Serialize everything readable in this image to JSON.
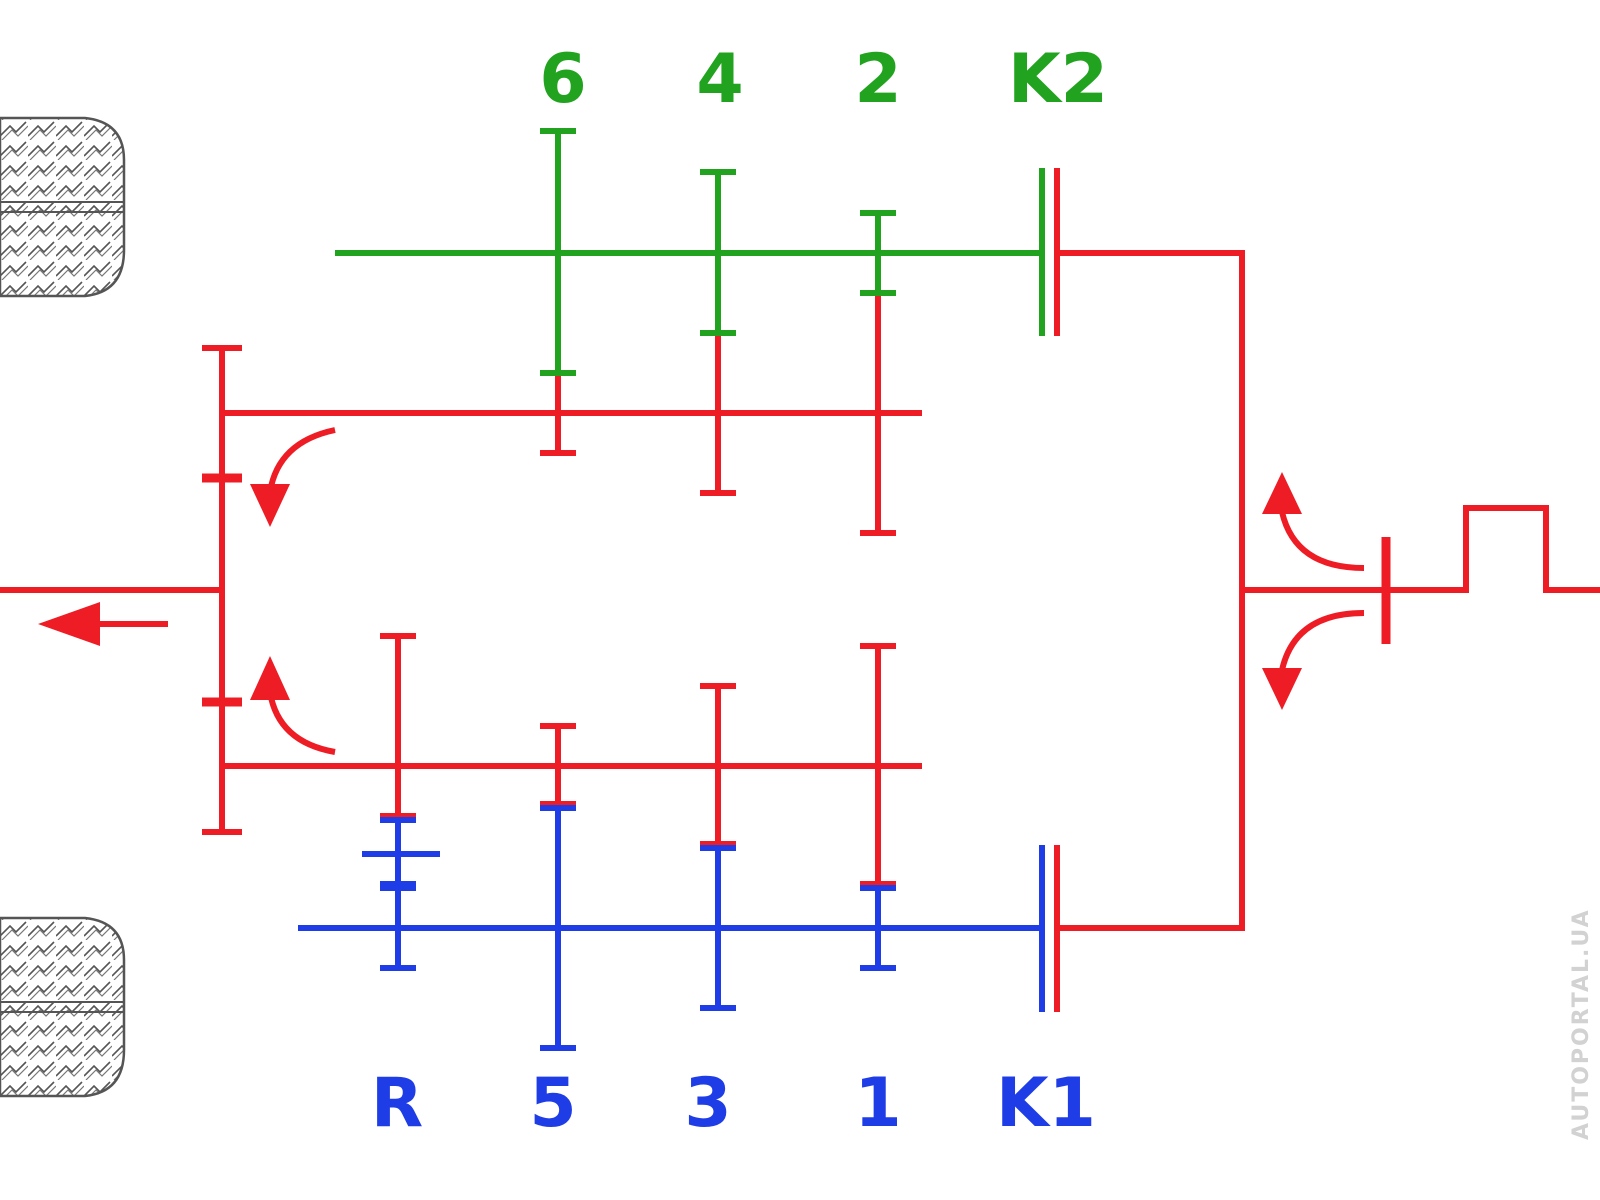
{
  "colors": {
    "even": "#22a31f",
    "odd": "#1f3de6",
    "power": "#ee1c24",
    "tire": "#555555",
    "watermark": "#d2d2d2"
  },
  "labels": {
    "gear_6": "6",
    "gear_4": "4",
    "gear_2": "2",
    "clutch_k2": "K2",
    "gear_r": "R",
    "gear_5": "5",
    "gear_3": "3",
    "gear_1": "1",
    "clutch_k1": "K1"
  },
  "watermark": "AUTOPORTAL.UA",
  "icons": {
    "tire_top": "tire-icon",
    "tire_bottom": "tire-icon",
    "output_arrow": "arrow-left-icon"
  }
}
